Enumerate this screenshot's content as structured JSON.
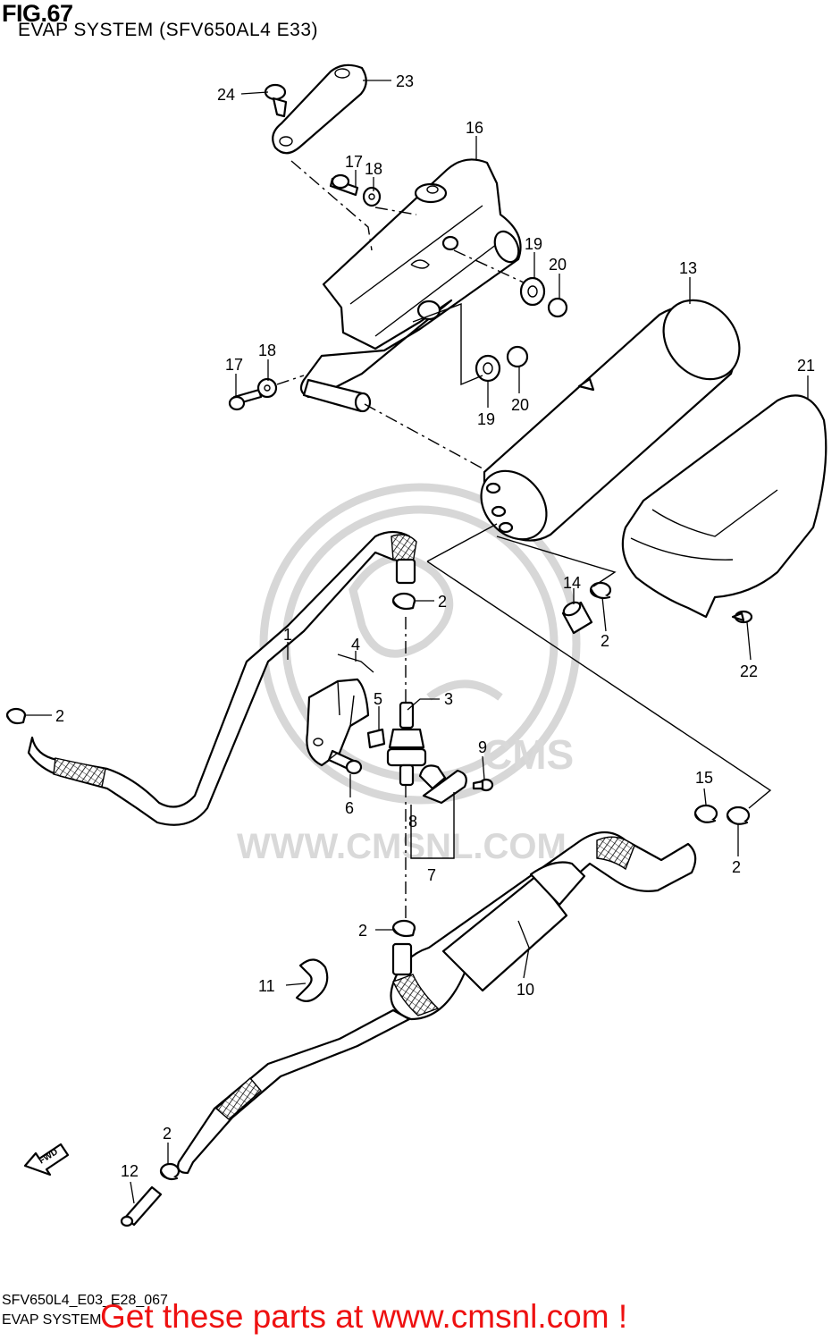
{
  "header": {
    "fig_title": "FIG.67",
    "subtitle": "EVAP SYSTEM (SFV650AL4 E33)"
  },
  "footer": {
    "code": "SFV650L4_E03_E28_067",
    "name": "EVAP SYSTEM",
    "promo": "Get these parts at www.cmsnl.com !"
  },
  "watermark": {
    "text": "WWW.CMSNL.COM",
    "logo": "CMS"
  },
  "direction_badge": "FWD",
  "callouts": [
    {
      "id": "c24",
      "text": "24"
    },
    {
      "id": "c23",
      "text": "23"
    },
    {
      "id": "c16",
      "text": "16"
    },
    {
      "id": "c17a",
      "text": "17"
    },
    {
      "id": "c18a",
      "text": "18"
    },
    {
      "id": "c19a",
      "text": "19"
    },
    {
      "id": "c20a",
      "text": "20"
    },
    {
      "id": "c13",
      "text": "13"
    },
    {
      "id": "c21",
      "text": "21"
    },
    {
      "id": "c17b",
      "text": "17"
    },
    {
      "id": "c18b",
      "text": "18"
    },
    {
      "id": "c19b",
      "text": "19"
    },
    {
      "id": "c20b",
      "text": "20"
    },
    {
      "id": "c14",
      "text": "14"
    },
    {
      "id": "c2a",
      "text": "2"
    },
    {
      "id": "c2b",
      "text": "2"
    },
    {
      "id": "c22",
      "text": "22"
    },
    {
      "id": "c1",
      "text": "1"
    },
    {
      "id": "c4",
      "text": "4"
    },
    {
      "id": "c5",
      "text": "5"
    },
    {
      "id": "c3",
      "text": "3"
    },
    {
      "id": "c2c",
      "text": "2"
    },
    {
      "id": "c9",
      "text": "9"
    },
    {
      "id": "c6",
      "text": "6"
    },
    {
      "id": "c8",
      "text": "8"
    },
    {
      "id": "c7",
      "text": "7"
    },
    {
      "id": "c15",
      "text": "15"
    },
    {
      "id": "c2d",
      "text": "2"
    },
    {
      "id": "c2e",
      "text": "2"
    },
    {
      "id": "c11",
      "text": "11"
    },
    {
      "id": "c10",
      "text": "10"
    },
    {
      "id": "c2f",
      "text": "2"
    },
    {
      "id": "c12",
      "text": "12"
    }
  ]
}
